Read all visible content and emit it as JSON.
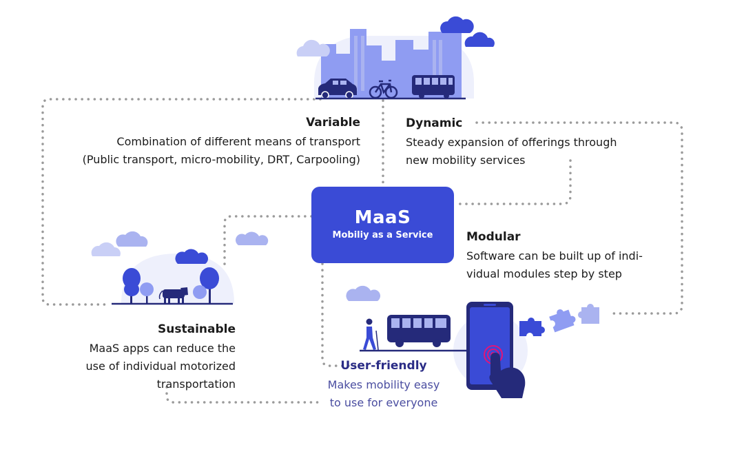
{
  "center": {
    "title": "MaaS",
    "subtitle": "Mobiliy as a Service"
  },
  "features": {
    "variable": {
      "title": "Variable",
      "line1": "Combination of different means of transport",
      "line2": "(Public transport, micro-mobility, DRT, Carpooling)"
    },
    "dynamic": {
      "title": "Dynamic",
      "line1": "Steady expansion of offerings through",
      "line2": "new mobility services"
    },
    "modular": {
      "title": "Modular",
      "line1": "Software can be built up of indi-",
      "line2": "vidual modules step by step"
    },
    "sustainable": {
      "title": "Sustainable",
      "line1": "MaaS apps can reduce the",
      "line2": "use of individual motorized",
      "line3": "transportation"
    },
    "user_friendly": {
      "title": "User-friendly",
      "line1": "Makes mobility easy",
      "line2": "to use for everyone"
    }
  },
  "colors": {
    "primary": "#3a4bd6",
    "dark_navy": "#252a7a",
    "light_blue": "#aab3f0",
    "bubble": "#eef0fc",
    "connector": "#9a9a9a",
    "accent_pink": "#e0157a"
  },
  "icons": [
    "city-icon",
    "car-icon",
    "bicycle-icon",
    "bus-icon",
    "tree-icon",
    "cow-icon",
    "cloud-icon",
    "pedestrian-icon",
    "smartphone-icon",
    "hand-pointer-icon",
    "puzzle-piece-icon"
  ]
}
